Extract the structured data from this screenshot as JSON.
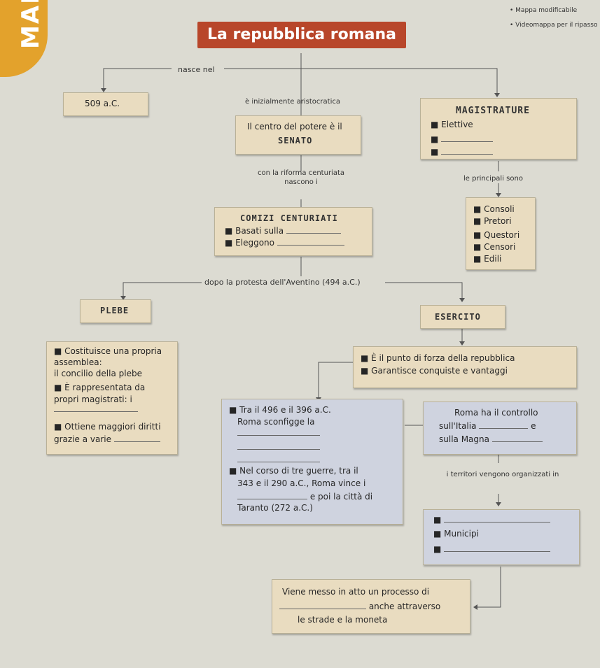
{
  "side_tab": "MAP",
  "title": "La repubblica romana",
  "corner_links": [
    "Mappa modificabile",
    "Videomappa per il ripasso"
  ],
  "labels": {
    "nasce_nel": "nasce nel",
    "inizialmente": "è inizialmente aristocratica",
    "riforma": "con la riforma centuriata nascono i",
    "principali": "le principali sono",
    "aventino": "dopo la protesta dell'Aventino (494 a.C.)",
    "territori": "i territori vengono organizzati in"
  },
  "date_box": "509 a.C.",
  "senato": {
    "line1": "Il centro del potere è il",
    "line2": "SENATO"
  },
  "magistrature": {
    "title": "MAGISTRATURE",
    "item1": "Elettive"
  },
  "magistrati": [
    "Consoli",
    "Pretori",
    "Questori",
    "Censori",
    "Edili"
  ],
  "comizi": {
    "title": "COMIZI CENTURIATI",
    "item1": "Basati sulla",
    "item2": "Eleggono"
  },
  "plebe": "PLEBE",
  "esercito": "ESERCITO",
  "plebe_list": {
    "a1": "Costituisce una propria",
    "a2": "assemblea:",
    "a3": "il concilio della plebe",
    "b1": "È rappresentata da",
    "b2": "propri magistrati: i",
    "c1": "Ottiene maggiori diritti",
    "c2": "grazie a varie"
  },
  "esercito_list": {
    "a": "È il punto di forza della repubblica",
    "b": "Garantisce conquiste e vantaggi"
  },
  "conquiste": {
    "a1": "Tra il 496 e il 396 a.C.",
    "a2": "Roma sconfigge la",
    "b1": "Nel corso di tre guerre, tra il",
    "b2": "343 e il 290 a.C., Roma vince i",
    "b3": "e poi la città di",
    "b4": "Taranto (272 a.C.)"
  },
  "controllo": {
    "l1": "Roma ha il controllo",
    "l2": "sull'Italia",
    "e": "e",
    "l3": "sulla Magna"
  },
  "municipi": "Municipi",
  "processo": {
    "l1": "Viene messo in atto un processo di",
    "l2": "anche attraverso",
    "l3": "le strade e la moneta"
  }
}
